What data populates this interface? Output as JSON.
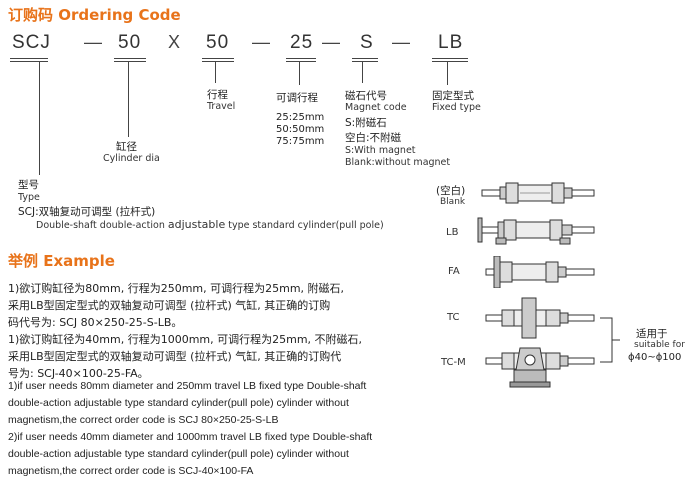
{
  "colors": {
    "accent": "#e8731a",
    "text": "#222222",
    "line": "#444444"
  },
  "ordering": {
    "heading": "订购码 Ordering Code",
    "codes": [
      "SCJ",
      "50",
      "50",
      "25",
      "S",
      "LB"
    ],
    "separators": [
      "—",
      "X",
      "—",
      "—",
      "—"
    ],
    "labels": {
      "travel_cn": "行程",
      "travel_en": "Travel",
      "adjust_cn": "可调行程",
      "adjust_values": [
        "25:25mm",
        "50:50mm",
        "75:75mm"
      ],
      "magnet_cn": "磁石代号",
      "magnet_en": "Magnet code",
      "magnet_s": "S:附磁石",
      "magnet_blank_cn": "空白:不附磁",
      "magnet_s_en": "S:With magnet",
      "magnet_blank_en": "Blank:without magnet",
      "mount_cn": "固定型式",
      "mount_en": "Fixed type",
      "bore_cn": "缸径",
      "bore_en": "Cylinder dia",
      "type_cn": "型号",
      "type_en": "Type",
      "type_desc_cn": "SCJ:双轴复动可调型 (拉杆式)",
      "type_desc_en_a": "Double-shaft double-action ",
      "type_desc_en_b": "adjustable",
      "type_desc_en_c": " type standard cylinder(pull pole)"
    }
  },
  "mounts": {
    "items": [
      "(空白)",
      "LB",
      "FA",
      "TC",
      "TC-M"
    ],
    "blank_en": "Blank",
    "suitable_cn": "适用于",
    "suitable_en": "suitable for",
    "suitable_range": "ϕ40~ϕ100",
    "icons": [
      "cylinder-blank-icon",
      "cylinder-lb-icon",
      "cylinder-fa-icon",
      "cylinder-tc-icon",
      "cylinder-tcm-icon"
    ]
  },
  "example": {
    "heading": "举例 Example",
    "cn1_l1": "1)欲订购缸径为80mm, 行程为250mm, 可调行程为25mm, 附磁石,",
    "cn1_l2": "采用LB型固定型式的双轴复动可调型 (拉杆式) 气缸, 其正确的订购",
    "cn1_l3": "码代号为: SCJ 80×250-25-S-LB。",
    "cn2_l1": "1)欲订购缸径为40mm, 行程为1000mm, 可调行程为25mm, 不附磁石,",
    "cn2_l2": "采用LB型固定型式的双轴复动可调型 (拉杆式) 气缸, 其正确的订购代",
    "cn2_l3": "号为: SCJ-40×100-25-FA。",
    "en1_l1": "1)if user needs 80mm diameter and 250mm travel LB fixed type Double-shaft",
    "en1_l2": "double-action adjustable type standard cylinder(pull pole) cylinder without",
    "en1_l3": "magnetism,the correct order code is SCJ 80×250-25-S-LB",
    "en2_l1": "2)if user needs 40mm diameter and 1000mm travel LB fixed type Double-shaft",
    "en2_l2": "double-action adjustable type standard cylinder(pull pole) cylinder without",
    "en2_l3": "magnetism,the correct order code is SCJ-40×100-FA"
  }
}
